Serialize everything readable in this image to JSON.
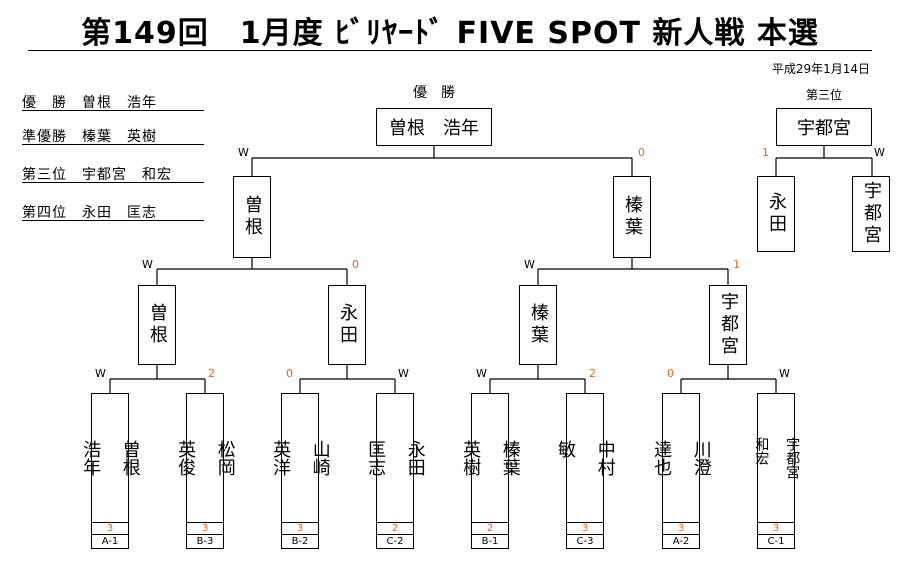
{
  "title": "第149回　1月度 ﾋﾞﾘﾔｰﾄﾞ FIVE SPOT  新人戦  本選",
  "date": "平成29年1月14日",
  "results": [
    {
      "label": "優　勝　曽根　浩年"
    },
    {
      "label": "準優勝　榛葉　英樹"
    },
    {
      "label": "第三位　宇都宮　和宏"
    },
    {
      "label": "第四位　永田　匡志"
    }
  ],
  "final": {
    "heading": "優　勝",
    "winner": "曽根　浩年",
    "left_score": "W",
    "right_score": "0"
  },
  "third": {
    "heading": "第三位",
    "winner": "宇都宮",
    "left": "永田",
    "right": "宇都宮",
    "left_score": "1",
    "right_score": "W"
  },
  "semis": [
    {
      "name": "曽根",
      "left_score": "W",
      "right_score": "0"
    },
    {
      "name": "榛葉",
      "left_score": "W",
      "right_score": "1"
    }
  ],
  "quarters": [
    {
      "name": "曽根",
      "left_score": "W",
      "right_score": "2"
    },
    {
      "name": "永田",
      "left_score": "0",
      "right_score": "W"
    },
    {
      "name": "榛葉",
      "left_score": "W",
      "right_score": "2"
    },
    {
      "name": "宇都宮",
      "left_score": "0",
      "right_score": "W"
    }
  ],
  "players": [
    {
      "name": "曽根\n\n浩年",
      "rank": "3",
      "seed": "A-1"
    },
    {
      "name": "松岡\n\n英俊",
      "rank": "3",
      "seed": "B-3"
    },
    {
      "name": "山崎\n\n英洋",
      "rank": "3",
      "seed": "B-2"
    },
    {
      "name": "永田\n\n匡志",
      "rank": "2",
      "seed": "C-2"
    },
    {
      "name": "榛葉\n\n英樹",
      "rank": "2",
      "seed": "B-1"
    },
    {
      "name": "中村\n\n敏",
      "rank": "3",
      "seed": "C-3"
    },
    {
      "name": "川澄\n\n達也",
      "rank": "3",
      "seed": "A-2"
    },
    {
      "name": "宇都宮\n\n和宏",
      "rank": "3",
      "seed": "C-1"
    }
  ]
}
